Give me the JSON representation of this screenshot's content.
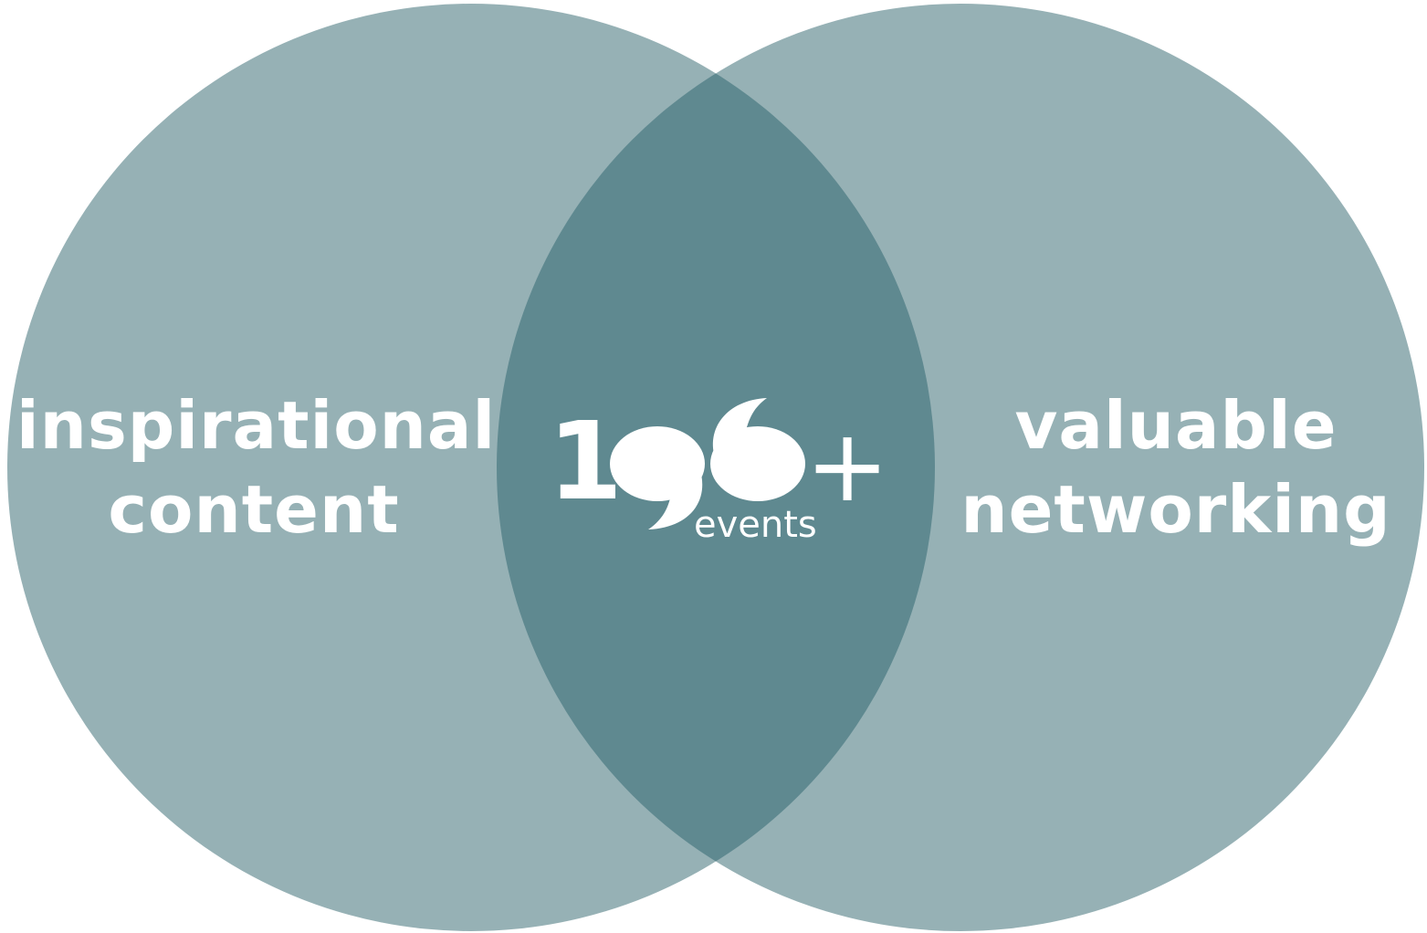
{
  "diagram": {
    "left_circle": {
      "label_line1": "inspirational",
      "label_line2": "content"
    },
    "right_circle": {
      "label_line1": "valuable",
      "label_line2": "networking"
    },
    "center_logo": {
      "digit_one": "1",
      "plus": "+",
      "subtitle": "events"
    },
    "colors": {
      "circle_fill": "#96b1b5",
      "intersection_fill": "#5f8990",
      "text": "#ffffff"
    }
  }
}
